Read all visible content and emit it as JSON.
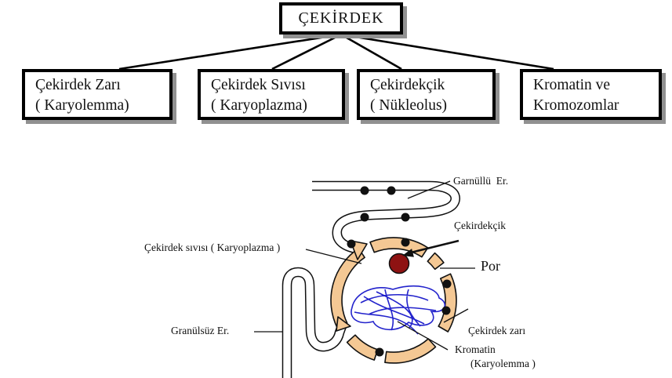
{
  "flowchart": {
    "root": "ÇEKİRDEK",
    "children": [
      {
        "line1": "Çekirdek Zarı",
        "line2": "( Karyolemma)"
      },
      {
        "line1": "Çekirdek Sıvısı",
        "line2": "( Karyoplazma)"
      },
      {
        "line1": "Çekirdekçik",
        "line2": "( Nükleolus)"
      },
      {
        "line1": "Kromatin ve",
        "line2": "Kromozomlar"
      }
    ]
  },
  "figure": {
    "labels": {
      "rough_er": "Garnüllü  Er.",
      "nucleolus": "Çekirdekçik",
      "karyoplasm": "Çekirdek sıvısı ( Karyoplazma )",
      "pore": "Por",
      "envelope_line1": "Çekirdek zarı",
      "envelope_line2": "(Karyolemma )",
      "smooth_er": "Granülsüz Er.",
      "chromatin": "Kromatin"
    },
    "colors": {
      "envelope": "#F4C894",
      "nucleolus": "#8E1212",
      "chromatin": "#2323CC",
      "ink": "#111111"
    }
  }
}
